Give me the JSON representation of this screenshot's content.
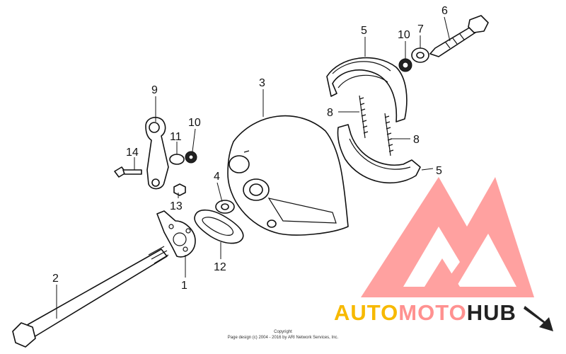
{
  "diagram": {
    "callouts": [
      {
        "id": "1",
        "text": "1"
      },
      {
        "id": "2",
        "text": "2"
      },
      {
        "id": "3",
        "text": "3"
      },
      {
        "id": "4",
        "text": "4"
      },
      {
        "id": "5a",
        "text": "5"
      },
      {
        "id": "5b",
        "text": "5"
      },
      {
        "id": "6",
        "text": "6"
      },
      {
        "id": "7",
        "text": "7"
      },
      {
        "id": "8a",
        "text": "8"
      },
      {
        "id": "8b",
        "text": "8"
      },
      {
        "id": "9",
        "text": "9"
      },
      {
        "id": "10a",
        "text": "10"
      },
      {
        "id": "10b",
        "text": "10"
      },
      {
        "id": "11",
        "text": "11"
      },
      {
        "id": "12",
        "text": "12"
      },
      {
        "id": "13",
        "text": "13"
      },
      {
        "id": "14",
        "text": "14"
      }
    ],
    "copyright_line1": "Copyright",
    "copyright_line2": "Page design (c) 2004 - 2016 by ARI Network Services, Inc."
  },
  "watermark": {
    "part1": "AUTO",
    "part2": "MOTO",
    "part3": "HUB",
    "colors": {
      "logo": "#ff9190",
      "accent": "#f7b900",
      "dark": "#222222"
    }
  }
}
